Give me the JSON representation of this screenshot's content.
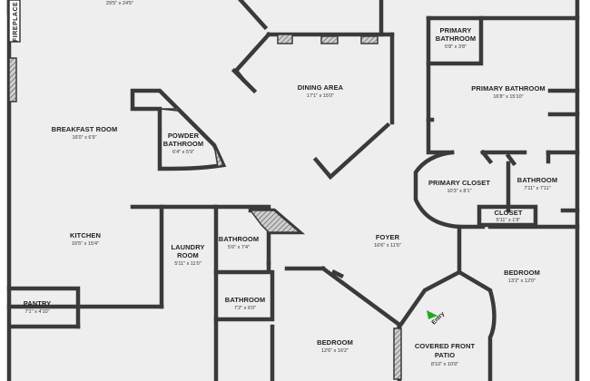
{
  "floorplan": {
    "top_cut_dims": "29'5\" x 24'5\"",
    "fireplace_label": "FIREPLACE",
    "entry_label": "Entry",
    "rooms": {
      "dining_area": {
        "name": "DINING AREA",
        "dims": "17'1\" x 15'0\""
      },
      "breakfast_room": {
        "name": "BREAKFAST ROOM",
        "dims": "16'0\" x 6'9\""
      },
      "powder_bathroom": {
        "name_line1": "POWDER",
        "name_line2": "BATHROOM",
        "dims": "6'4\" x 5'9\""
      },
      "kitchen": {
        "name": "KITCHEN",
        "dims": "16'5\" x 15'4\""
      },
      "laundry_room": {
        "name_line1": "LAUNDRY",
        "name_line2": "ROOM",
        "dims": "5'11\" x 11'0\""
      },
      "bathroom_hall": {
        "name": "BATHROOM",
        "dims": "5'6\" x 7'4\""
      },
      "bathroom_lower": {
        "name": "BATHROOM",
        "dims": "7'2\" x 6'0\""
      },
      "pantry": {
        "name": "PANTRY",
        "dims": "7'1\" x 4'10\""
      },
      "foyer": {
        "name": "FOYER",
        "dims": "16'6\" x 11'5\""
      },
      "bedroom_front": {
        "name": "BEDROOM",
        "dims": "12'6\" x 16'2\""
      },
      "covered_patio": {
        "name_line1": "COVERED FRONT",
        "name_line2": "PATIO",
        "dims": "8'10\" x 10'9\""
      },
      "bedroom_right": {
        "name": "BEDROOM",
        "dims": "13'2\" x 12'0\""
      },
      "primary_bathroom_small": {
        "name_line1": "PRIMARY",
        "name_line2": "BATHROOM",
        "dims": "5'8\" x 3'8\""
      },
      "primary_bathroom": {
        "name": "PRIMARY BATHROOM",
        "dims": "16'8\" x 15'10\""
      },
      "primary_closet": {
        "name": "PRIMARY CLOSET",
        "dims": "10'3\" x 8'1\""
      },
      "bathroom_primary_side": {
        "name": "BATHROOM",
        "dims": "7'11\" x 7'11\""
      },
      "closet": {
        "name": "CLOSET",
        "dims": "5'11\" x 1'9\""
      }
    },
    "colors": {
      "floor": "#eeeeee",
      "wall": "#3a3a3a",
      "entry_arrow": "#22aa22"
    }
  }
}
